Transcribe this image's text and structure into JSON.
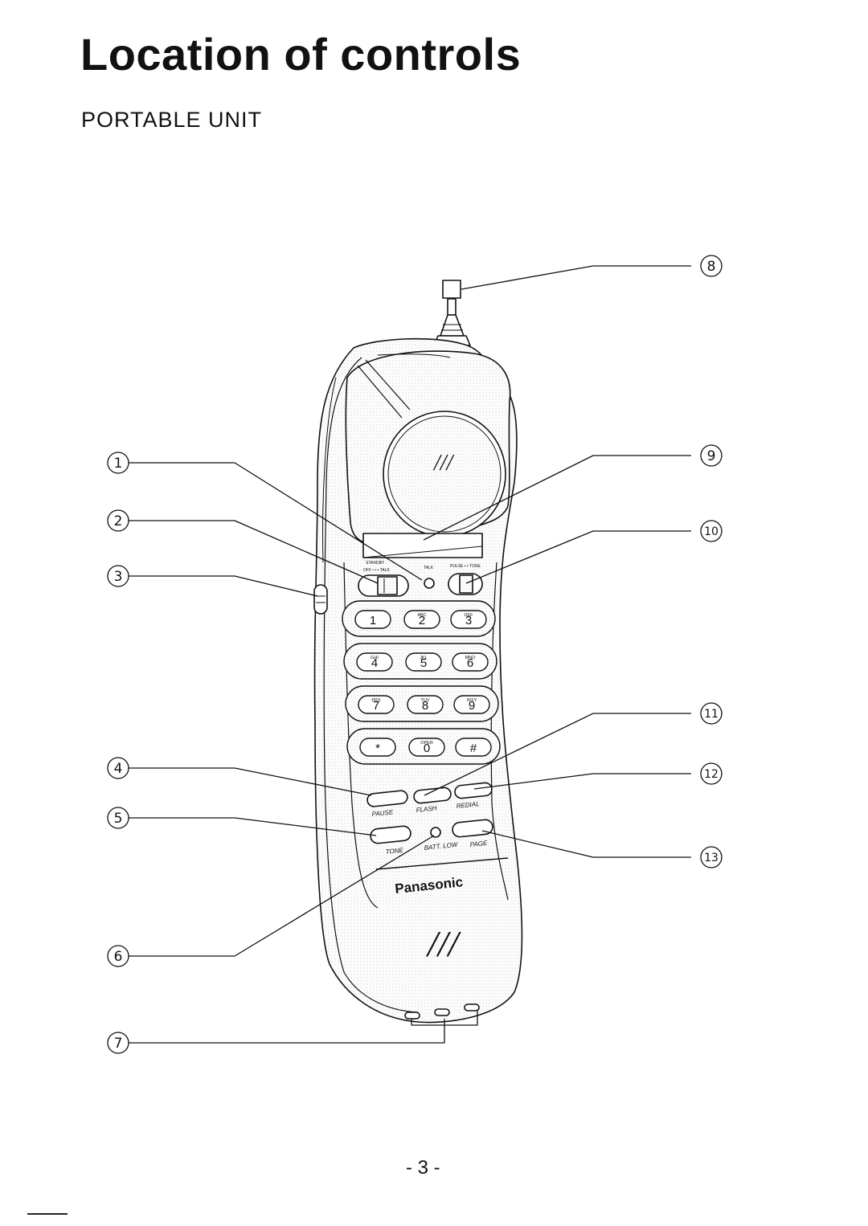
{
  "page": {
    "title": "Location of controls",
    "subtitle": "PORTABLE UNIT",
    "page_number": "- 3 -"
  },
  "callouts": [
    {
      "number": "1"
    },
    {
      "number": "2"
    },
    {
      "number": "3"
    },
    {
      "number": "4"
    },
    {
      "number": "5"
    },
    {
      "number": "6"
    },
    {
      "number": "7"
    },
    {
      "number": "8"
    },
    {
      "number": "9"
    },
    {
      "number": "10"
    },
    {
      "number": "11"
    },
    {
      "number": "12"
    },
    {
      "number": "13"
    }
  ],
  "handset": {
    "brand": "Panasonic",
    "grille_mark": "///",
    "switch_labels": {
      "standby": "STANDBY",
      "off_talk": "OFF • • • TALK",
      "talk": "TALK",
      "pulse_tone": "PULSE • • TONE"
    },
    "keypad": [
      {
        "digit": "1",
        "letters": ""
      },
      {
        "digit": "2",
        "letters": "ABC"
      },
      {
        "digit": "3",
        "letters": "DEF"
      },
      {
        "digit": "4",
        "letters": "GHI"
      },
      {
        "digit": "5",
        "letters": "JKL"
      },
      {
        "digit": "6",
        "letters": "MNO"
      },
      {
        "digit": "7",
        "letters": "PRS"
      },
      {
        "digit": "8",
        "letters": "TUV"
      },
      {
        "digit": "9",
        "letters": "WXY"
      },
      {
        "digit": "*",
        "letters": ""
      },
      {
        "digit": "0",
        "letters": "OPER"
      },
      {
        "digit": "#",
        "letters": ""
      }
    ],
    "function_labels": {
      "pause": "PAUSE",
      "flash": "FLASH",
      "redial": "REDIAL",
      "tone": "TONE",
      "batt_low": "BATT. LOW",
      "page": "PAGE"
    }
  }
}
